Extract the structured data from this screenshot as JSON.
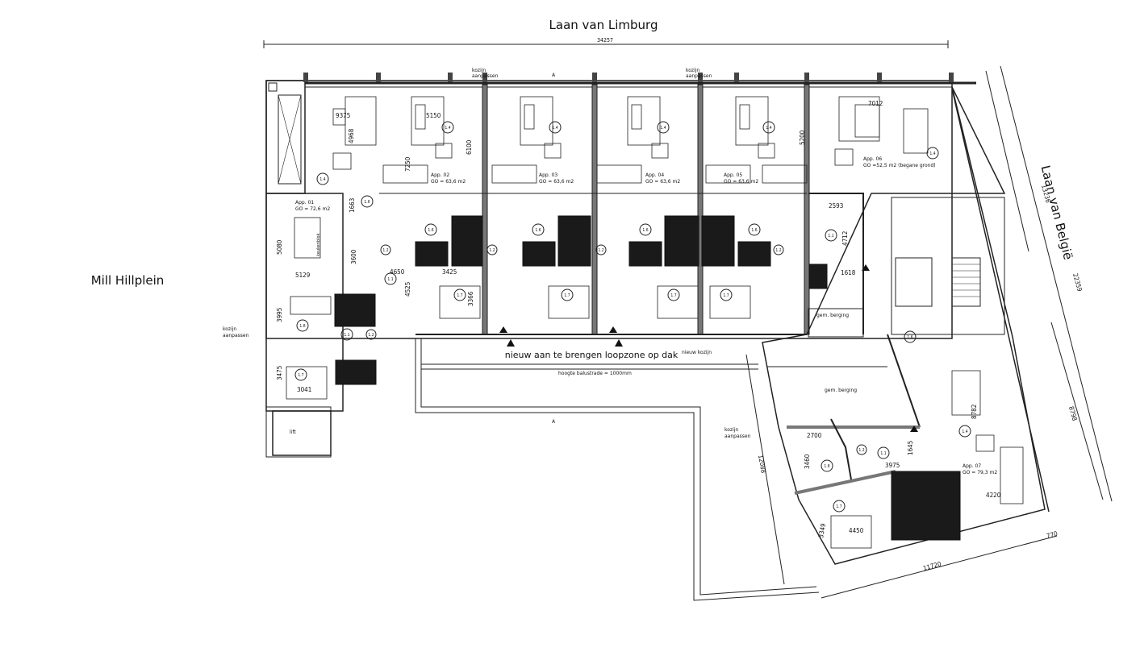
{
  "streets": {
    "top": "Laan van Limburg",
    "left": "Mill Hillplein",
    "right": "Laan van België"
  },
  "overall_dimension": "34257",
  "apartments": [
    {
      "name": "App. 01",
      "area": "GO = 72,6 m2"
    },
    {
      "name": "App. 02",
      "area": "GO = 63,6 m2"
    },
    {
      "name": "App. 03",
      "area": "GO = 63,6 m2"
    },
    {
      "name": "App. 04",
      "area": "GO = 63,6 m2"
    },
    {
      "name": "App. 05",
      "area": "GO = 63,6 m2"
    },
    {
      "name": "App. 06",
      "area": "GO =52,5 m2 (begane grond)"
    },
    {
      "name": "App. 07",
      "area": "GO = 79,3 m2"
    }
  ],
  "labels": {
    "kozijn1": "kozijn",
    "aanpassen1": "aanpassen",
    "kozijn2": "kozijn",
    "aanpassen2": "aanpassen",
    "kozijn_left": "kozijn",
    "aanpassen_left": "aanpassen",
    "kozijn_right": "kozijn",
    "aanpassen_right": "aanpassen",
    "section_a": "A",
    "section_a2": "A",
    "walkway": "nieuw aan te brengen loopzone op dak",
    "new_frame": "nieuw kozijn",
    "balustrade": "hoogte balustrade = 1000mm",
    "storage1": "gem. berging",
    "storage2": "gem. berging",
    "lift": "lift",
    "kitchen": "keukenblok"
  },
  "dimensions": {
    "d9375": "9375",
    "d4968": "4968",
    "d5150": "5150",
    "d6100": "6100",
    "d7012": "7012",
    "d5200": "5200",
    "d5080": "5080",
    "d5129": "5129",
    "d1663": "1663",
    "d3600": "3600",
    "d4650": "4650",
    "d4525": "4525",
    "d3425": "3425",
    "d3366": "3366",
    "d3995": "3995",
    "d3475": "3475",
    "d3041": "3041",
    "d2593": "2593",
    "d4712": "4712",
    "d1618": "1618",
    "d13236": "13236",
    "d22359": "22359",
    "d8798": "8798",
    "d8782": "8782",
    "d2700": "2700",
    "d3460": "3460",
    "d3975": "3975",
    "d1645": "1645",
    "d4220": "4220",
    "d4450": "4450",
    "d3349": "3349",
    "d12088": "12088",
    "d11720": "11720",
    "d770": "770",
    "d7250": "7250"
  },
  "room_codes": {
    "c14": "1.4",
    "c16": "1.6",
    "c17": "1.7",
    "c11": "1.1",
    "c12": "1.2",
    "c18": "1.8"
  }
}
